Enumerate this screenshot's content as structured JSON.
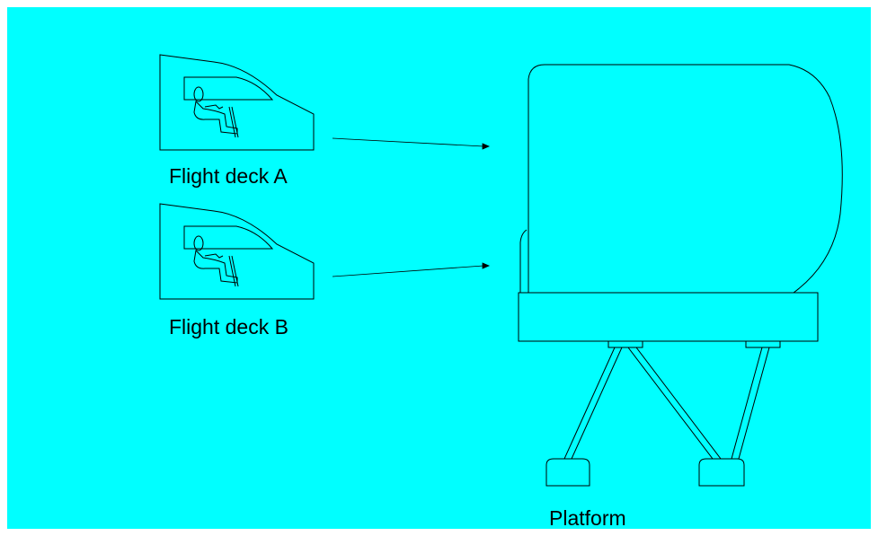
{
  "labels": {
    "flight_deck_a": "Flight deck A",
    "flight_deck_b": "Flight deck B",
    "platform": "Platform"
  },
  "colors": {
    "background": "#00FFFF",
    "outline": "#000000"
  },
  "icons": {
    "cockpit": "pilot-in-cockpit-icon"
  }
}
